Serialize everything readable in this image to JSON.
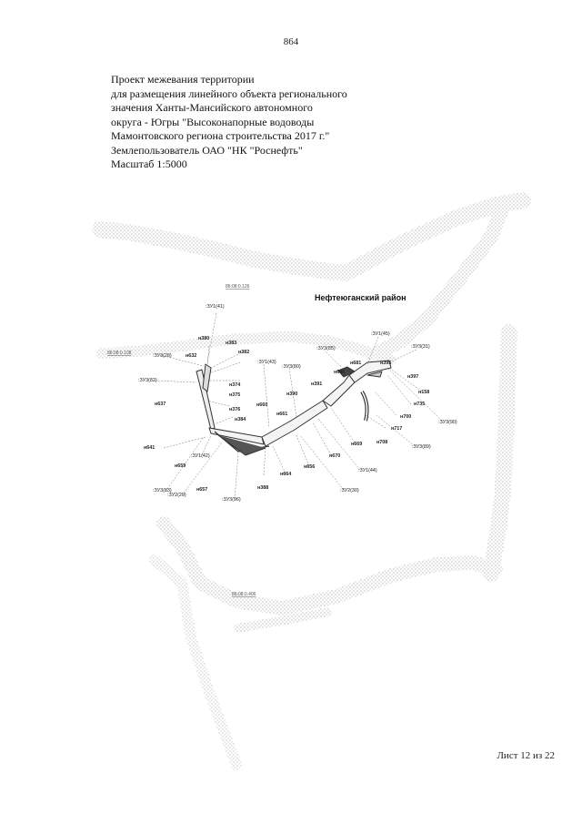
{
  "page_number": "864",
  "header": {
    "lines": [
      "Проект межевания территории",
      "для размещения линейного объекта регионального",
      "значения Ханты-Мансийского автономного",
      "округа - Югры \"Высоконапорные водоводы",
      "Мамонтовского региона строительства 2017 г.\"",
      "Землепользователь ОАО \"НК \"Роснефть\"",
      "Масштаб 1:5000"
    ]
  },
  "map": {
    "district_label": "Нефтеюганский район",
    "cadastral_labels": [
      "86:08:0.126",
      "86:08:0.108",
      "86:08:0.406"
    ],
    "parcel_labels": [
      ":ЗУ1(41)",
      ":ЗУ1(45)",
      ":ЗУ3(31)",
      ":ЗУ3(28)",
      ":ЗУ3(85)",
      ":ЗУ1(43)",
      ":ЗУ3(80)",
      ":ЗУ3(82)",
      ":ЗУ3(90)",
      ":ЗУ3(89)",
      ":ЗУ1(42)",
      ":ЗУ1(44)",
      ":ЗУ3(83)",
      ":ЗУ2(29)",
      ":ЗУ3(96)",
      ":ЗУ2(30)"
    ],
    "point_labels": [
      "н380",
      "н383",
      "н632",
      "н382",
      "н374",
      "н375",
      "н376",
      "н384",
      "н637",
      "н641",
      "н659",
      "н657",
      "н660",
      "н661",
      "н390",
      "н391",
      "н690",
      "н681",
      "н395",
      "н397",
      "н158",
      "н735",
      "н700",
      "н717",
      "н708",
      "н669",
      "н670",
      "н656",
      "н664",
      "н388"
    ]
  },
  "footer": {
    "sheet": "Лист 12 из 22"
  }
}
